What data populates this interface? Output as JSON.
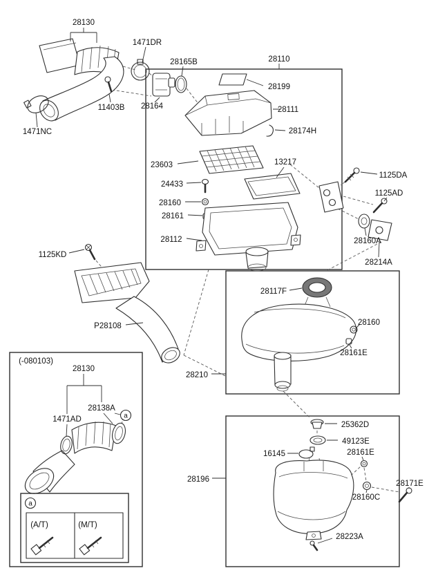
{
  "colors": {
    "line": "#2e2e2e",
    "text": "#111111",
    "background": "#ffffff"
  },
  "labels": {
    "hose": "28130",
    "clamp_upper": "1471DR",
    "oring": "28165B",
    "air_cleaner_assy": "28110",
    "info_label": "28199",
    "bolt_11403B": "11403B",
    "air_flow_sensor": "28164",
    "cover": "28111",
    "clip": "28174H",
    "clamp_lower": "1471NC",
    "filter": "23603",
    "seal": "13217",
    "screw_24433": "24433",
    "bolt_1125DA": "1125DA",
    "grommet_28160": "28160",
    "bolt_1125AD": "1125AD",
    "spacer_28161": "28161",
    "body_lower": "28112",
    "insulator_28160A": "28160A",
    "bracket_28214A": "28214A",
    "bolt_1125KD": "1125KD",
    "duct_seal_28117F": "28117F",
    "air_duct_P28108": "P28108",
    "grommet_28160_duct": "28160",
    "grommet_28161E_duct": "28161E",
    "intake_duct_assy": "28210",
    "early_production_note": "(-080103)",
    "hose_early": "28130",
    "sensor_boot_28138A": "28138A",
    "clamp_early_1471AD": "1471AD",
    "cap_25362D": "25362D",
    "ring_49123E": "49123E",
    "clamp_16145": "16145",
    "grommet_28161E_res": "28161E",
    "resonator_assy": "28196",
    "screw_28171E": "28171E",
    "grommet_28160C": "28160C",
    "screw_28223A": "28223A",
    "at_variant": "(A/T)",
    "mt_variant": "(M/T)",
    "marker_a": "a"
  }
}
